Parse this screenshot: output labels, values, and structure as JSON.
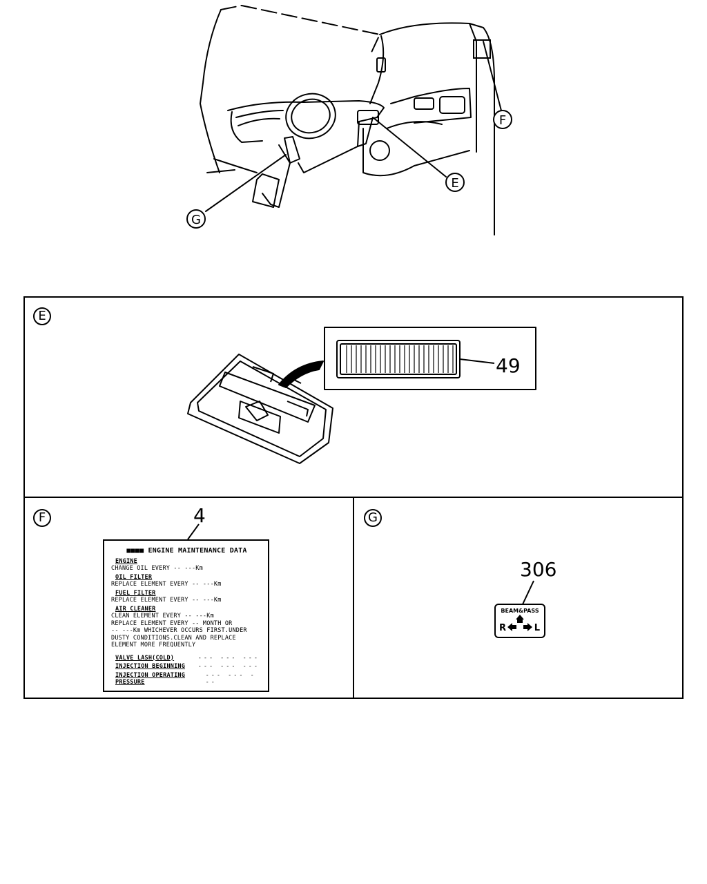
{
  "overview": {
    "callouts": [
      "F",
      "E",
      "G"
    ]
  },
  "panel_e": {
    "badge": "E",
    "part_number": "49"
  },
  "panel_f": {
    "badge": "F",
    "part_number": "4",
    "label": {
      "title": "■■■■ ENGINE MAINTENANCE DATA",
      "sections": [
        {
          "heading": "ENGINE",
          "lines": [
            "CHANGE OIL EVERY -- ---Km"
          ]
        },
        {
          "heading": "OIL FILTER",
          "lines": [
            "REPLACE ELEMENT EVERY -- ---Km"
          ]
        },
        {
          "heading": "FUEL FILTER",
          "lines": [
            "REPLACE ELEMENT EVERY -- ---Km"
          ]
        },
        {
          "heading": "AIR CLEANER",
          "lines": [
            "CLEAN ELEMENT EVERY -- ---Km",
            "REPLACE ELEMENT EVERY -- MONTH OR",
            "-- ---Km WHICHEVER OCCURS FIRST.UNDER",
            "DUSTY CONDITIONS.CLEAN AND REPLACE",
            "ELEMENT MORE FREQUENTLY"
          ]
        }
      ],
      "specs": [
        {
          "label": "VALVE LASH(COLD)",
          "value": "--- --- ---"
        },
        {
          "label": "INJECTION BEGINNING",
          "value": "--- --- ---"
        },
        {
          "label": "INJECTION OPERATING PRESSURE",
          "value": "--- --- ---"
        }
      ]
    }
  },
  "panel_g": {
    "badge": "G",
    "part_number": "306",
    "decal": {
      "title": "BEAM&PASS",
      "left_letter": "R",
      "right_letter": "L"
    }
  }
}
